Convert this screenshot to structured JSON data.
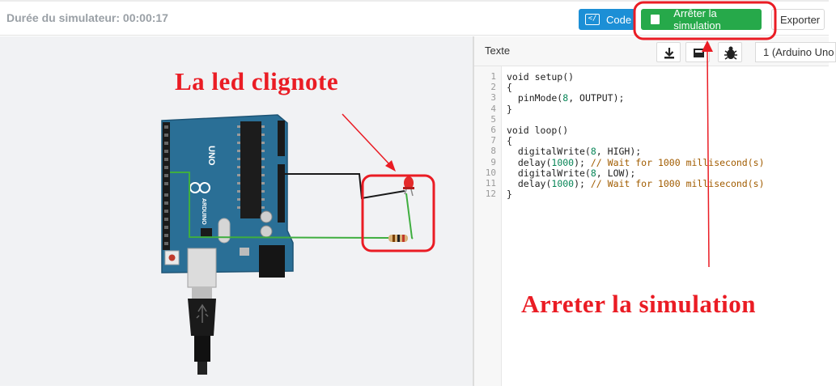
{
  "header": {
    "duration_label": "Durée du simulateur: 00:00:17",
    "code_label": "Code",
    "stop_label": "Arrêter la simulation",
    "export_label": "Exporter"
  },
  "editor": {
    "mode_label": "Texte",
    "device": "1 (Arduino Uno",
    "lines": [
      [
        {
          "t": "void setup()"
        }
      ],
      [
        {
          "t": "{"
        }
      ],
      [
        {
          "t": "  pinMode("
        },
        {
          "t": "8",
          "c": "num"
        },
        {
          "t": ", OUTPUT);"
        }
      ],
      [
        {
          "t": "}"
        }
      ],
      [
        {
          "t": ""
        }
      ],
      [
        {
          "t": "void loop()"
        }
      ],
      [
        {
          "t": "{"
        }
      ],
      [
        {
          "t": "  digitalWrite("
        },
        {
          "t": "8",
          "c": "num"
        },
        {
          "t": ", HIGH);"
        }
      ],
      [
        {
          "t": "  delay("
        },
        {
          "t": "1000",
          "c": "num"
        },
        {
          "t": "); "
        },
        {
          "t": "// Wait for 1000 millisecond(s)",
          "c": "cmt"
        }
      ],
      [
        {
          "t": "  digitalWrite("
        },
        {
          "t": "8",
          "c": "num"
        },
        {
          "t": ", LOW);"
        }
      ],
      [
        {
          "t": "  delay("
        },
        {
          "t": "1000",
          "c": "num"
        },
        {
          "t": "); "
        },
        {
          "t": "// Wait for 1000 millisecond(s)",
          "c": "cmt"
        }
      ],
      [
        {
          "t": "}"
        }
      ]
    ]
  },
  "annotations": {
    "led_text": "La led clignote",
    "stop_text": "Arreter la simulation"
  },
  "board": {
    "brand": "ARDUINO",
    "model": "UNO"
  },
  "icons": {
    "code": "code-icon",
    "stop": "stop-square-icon",
    "download": "download-icon",
    "upload": "upload-device-icon",
    "debug": "bug-icon"
  },
  "colors": {
    "board": "#2a6f96",
    "accent_blue": "#1c8fd6",
    "accent_green": "#26a94a",
    "annotation_red": "#ea1c24",
    "wire_green": "#3fae3f",
    "led_red": "#e42a2a"
  }
}
